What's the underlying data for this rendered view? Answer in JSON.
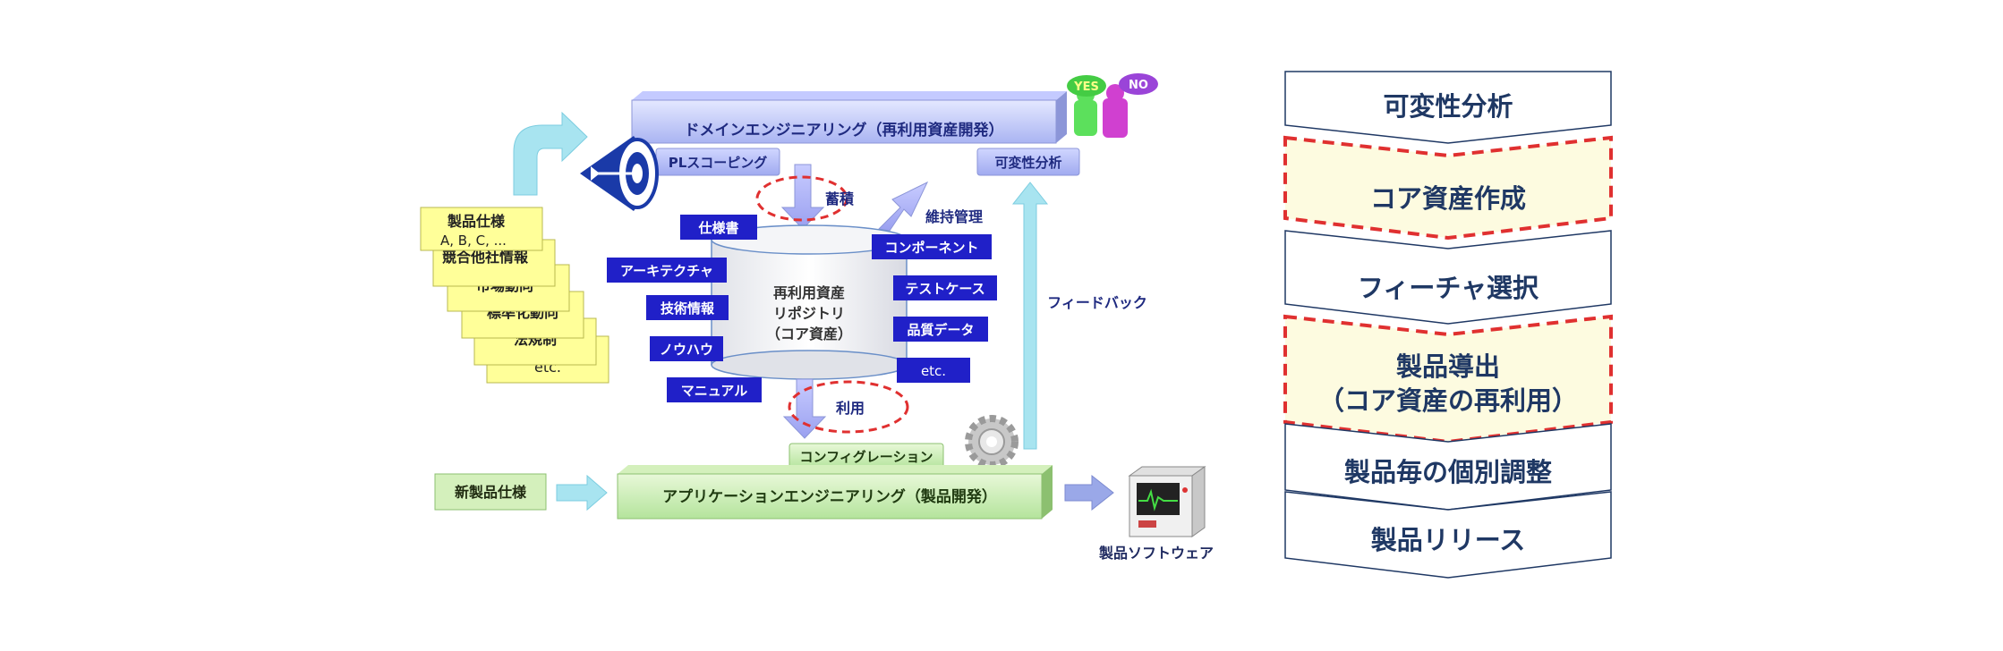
{
  "domain_engineering": {
    "title": "ドメインエンジニアリング（再利用資産開発）",
    "pl_scoping": "PLスコーピング",
    "variability_analysis": "可変性分析"
  },
  "application_engineering": {
    "title": "アプリケーションエンジニアリング（製品開発）",
    "configuration": "コンフィグレーション"
  },
  "inputs": {
    "items": [
      "製品仕様",
      "A, B, C, ...",
      "競合他社情報",
      "市場動向",
      "標準化動向",
      "法規制",
      "etc."
    ],
    "new_product_spec": "新製品仕様"
  },
  "repository": {
    "lines": [
      "再利用資産",
      "リポジトリ",
      "（コア資産）"
    ]
  },
  "assets_left": [
    "仕様書",
    "アーキテクチャ",
    "技術情報",
    "ノウハウ",
    "マニュアル"
  ],
  "assets_right": [
    "コンポーネント",
    "テストケース",
    "品質データ",
    "etc."
  ],
  "labels": {
    "accumulate": "蓄積",
    "maintain": "維持管理",
    "use": "利用",
    "feedback": "フィードバック",
    "product_software": "製品ソフトウェア",
    "yes": "YES",
    "no": "NO"
  },
  "process_steps": [
    {
      "label": "可変性分析",
      "highlight": false
    },
    {
      "label": "コア資産作成",
      "highlight": true
    },
    {
      "label": "フィーチャ選択",
      "highlight": false
    },
    {
      "label": "製品導出",
      "label2": "（コア資産の再利用）",
      "highlight": true
    },
    {
      "label": "製品毎の個別調整",
      "highlight": false
    },
    {
      "label": "製品リリース",
      "highlight": false
    }
  ],
  "colors": {
    "navy_text": "#1f3864",
    "asset_blue": "#2020c8",
    "highlight_fill": "#fdfbe0",
    "dash_red": "#e03030",
    "yellow_card": "#ffff99",
    "arrow_cyan": "#a8e4f0"
  }
}
